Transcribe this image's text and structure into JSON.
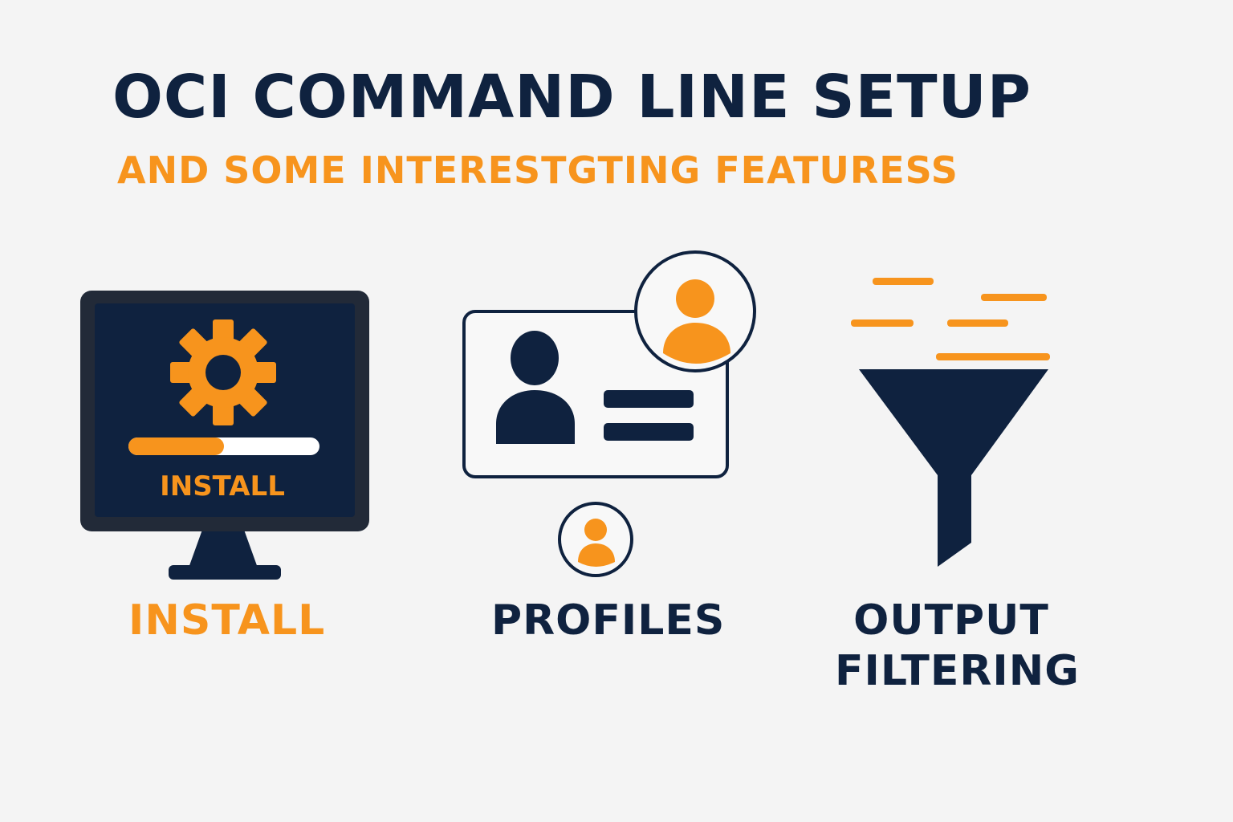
{
  "header": {
    "title": "OCI COMMAND LINE SETUP",
    "subtitle": "AND SOME INTERESTGTING FEATURESS"
  },
  "features": {
    "install": {
      "label": "INSTALL",
      "screen_label": "INSTALL",
      "progress": 0.5,
      "icon": "monitor-gear-icon"
    },
    "profiles": {
      "label": "PROFILES",
      "icon": "profile-card-icon"
    },
    "output_filtering": {
      "label_line1": "OUTPUT",
      "label_line2": "FILTERING",
      "icon": "funnel-icon"
    }
  },
  "colors": {
    "navy": "#0f223f",
    "orange": "#f7941d",
    "background": "#f4f4f4"
  }
}
